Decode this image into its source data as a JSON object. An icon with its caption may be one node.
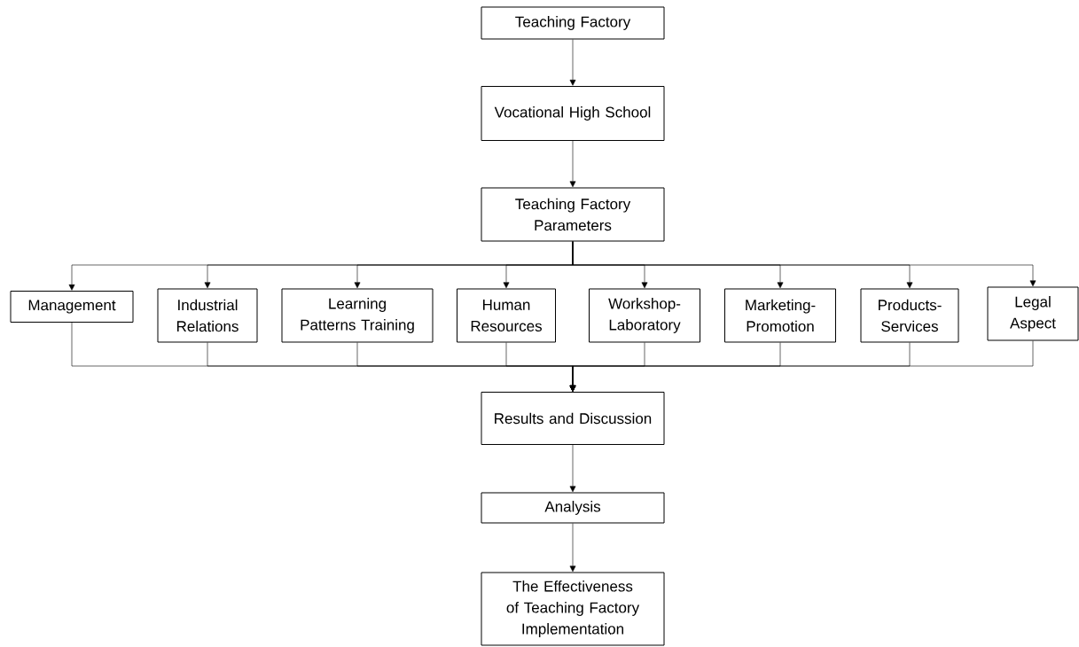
{
  "diagram": {
    "nodes": [
      {
        "text": [
          "Teaching Factory"
        ]
      },
      {
        "text": [
          "Vocational High School"
        ]
      },
      {
        "text": [
          "Teaching Factory Parameters"
        ]
      },
      {
        "text": [
          "Management"
        ]
      },
      {
        "text": [
          "Industrial Relations"
        ]
      },
      {
        "text": [
          "Learning Patterns Training"
        ]
      },
      {
        "text": [
          "Human Resources"
        ]
      },
      {
        "text": [
          "Workshop-Laboratory"
        ]
      },
      {
        "text": [
          "Marketing-Promotion"
        ]
      },
      {
        "text": [
          "Products-Services"
        ]
      },
      {
        "text": [
          "Legal Aspect"
        ]
      },
      {
        "text": [
          "Results and Discussion"
        ]
      },
      {
        "text": [
          "Analysis"
        ]
      },
      {
        "text": [
          "The Effectiveness of Teaching Factory Implementation"
        ]
      }
    ],
    "edges": [
      {
        "from": 0,
        "to": 1,
        "arrow": "to"
      },
      {
        "from": 1,
        "to": 2,
        "arrow": "to"
      },
      {
        "from": 2,
        "to": 3,
        "arrow": "to"
      },
      {
        "from": 2,
        "to": 4,
        "arrow": "to"
      },
      {
        "from": 2,
        "to": 5,
        "arrow": "to"
      },
      {
        "from": 2,
        "to": 6,
        "arrow": "to"
      },
      {
        "from": 2,
        "to": 7,
        "arrow": "to"
      },
      {
        "from": 2,
        "to": 8,
        "arrow": "to"
      },
      {
        "from": 2,
        "to": 9,
        "arrow": "to"
      },
      {
        "from": 2,
        "to": 10,
        "arrow": "to"
      },
      {
        "from": 3,
        "to": 11,
        "arrow": "to"
      },
      {
        "from": 4,
        "to": 11,
        "arrow": "to"
      },
      {
        "from": 5,
        "to": 11,
        "arrow": "to"
      },
      {
        "from": 6,
        "to": 11,
        "arrow": "to"
      },
      {
        "from": 7,
        "to": 11,
        "arrow": "to"
      },
      {
        "from": 8,
        "to": 11,
        "arrow": "to"
      },
      {
        "from": 9,
        "to": 11,
        "arrow": "to"
      },
      {
        "from": 10,
        "to": 11,
        "arrow": "to"
      },
      {
        "from": 12,
        "to": 13,
        "arrow": "to"
      },
      {
        "from": 11,
        "to": 12,
        "arrow": "to"
      }
    ]
  }
}
